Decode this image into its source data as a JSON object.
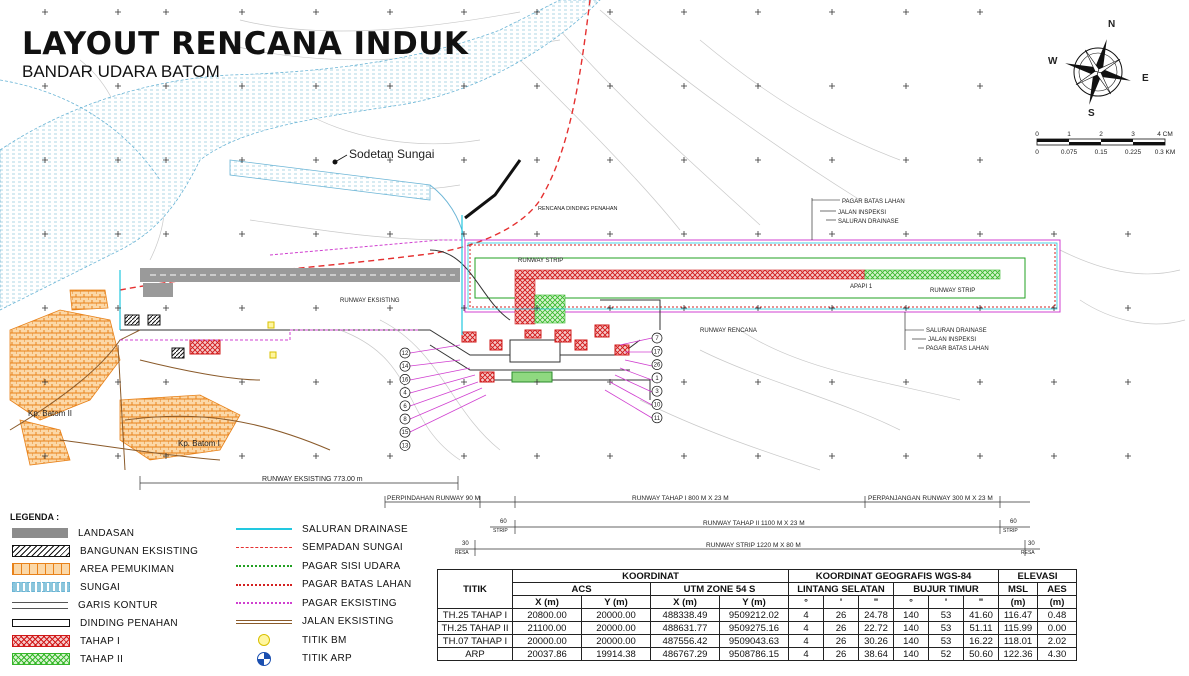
{
  "title": "LAYOUT RENCANA INDUK",
  "subtitle": "BANDAR UDARA BATOM",
  "compass": {
    "n": "N",
    "e": "E",
    "s": "S",
    "w": "W"
  },
  "scale": {
    "top": [
      "0",
      "1",
      "2",
      "3",
      "4 CM"
    ],
    "bottom": [
      "0",
      "0.075",
      "0.15",
      "0.225",
      "0.3 KM"
    ]
  },
  "map_labels": {
    "sodetan": "Sodetan Sungai",
    "runway_eksisting": "RUNWAY EKSISTING",
    "runway_rencana": "RUNWAY RENCANA",
    "runway_strip_1": "RUNWAY STRIP",
    "runway_strip_2": "RUNWAY STRIP",
    "apron": "APAPI 1",
    "pagar_batas_top": "PAGAR BATAS LAHAN",
    "jalan_inspeksi_top": "JALAN INSPEKSI",
    "saluran_drainase_top": "SALURAN DRAINASE",
    "saluran_drainase_bot": "SALURAN DRAINASE",
    "jalan_inspeksi_bot": "JALAN INSPEKSI",
    "pagar_batas_bot": "PAGAR BATAS LAHAN",
    "rencana_dinding": "RENCANA DINDING PENAHAN",
    "kp_batom_2": "Kp. Batom II",
    "kp_batom_1": "Kp. Batom I"
  },
  "callouts_left": [
    "12",
    "14",
    "16",
    "4",
    "6",
    "8",
    "15",
    "13"
  ],
  "callouts_right": [
    "7",
    "17",
    "26",
    "1",
    "3",
    "10",
    "11"
  ],
  "dimensions": {
    "runway_eksisting": "RUNWAY EKSISTING 773.00 m",
    "perpindahan": "PERPINDAHAN RUNWAY 90 M",
    "tahap1": "RUNWAY TAHAP I 800 M X 23 M",
    "perpanjangan": "PERPANJANGAN RUNWAY 300 M X 23 M",
    "tahap2": "RUNWAY TAHAP II 1100 M X 23 M",
    "strip": "RUNWAY STRIP 1220 M X 80 M",
    "strip60_left": "60",
    "strip60_left_sub": "STRIP",
    "strip60_right": "60",
    "strip60_right_sub": "STRIP",
    "resa30_left": "30",
    "resa30_left_sub": "RESA",
    "resa30_right": "30",
    "resa30_right_sub": "RESA"
  },
  "legend": {
    "title": "LEGENDA :",
    "items": [
      {
        "label": "LANDASAN",
        "kind": "fill-gray"
      },
      {
        "label": "BANGUNAN EKSISTING",
        "kind": "hatch-black"
      },
      {
        "label": "AREA PEMUKIMAN",
        "kind": "orange-brick"
      },
      {
        "label": "SUNGAI",
        "kind": "blue-dash"
      },
      {
        "label": "GARIS KONTUR",
        "kind": "gray-double"
      },
      {
        "label": "DINDING PENAHAN",
        "kind": "black-outline"
      },
      {
        "label": "TAHAP I",
        "kind": "red-hatch"
      },
      {
        "label": "TAHAP II",
        "kind": "green-hatch"
      }
    ],
    "lines": [
      {
        "label": "SALURAN DRAINASE",
        "color": "#22c8e0",
        "style": "solid"
      },
      {
        "label": "SEMPADAN SUNGAI",
        "color": "#e53030",
        "style": "dash"
      },
      {
        "label": "PAGAR SISI UDARA",
        "color": "#22a022",
        "style": "dot"
      },
      {
        "label": "PAGAR BATAS LAHAN",
        "color": "#d42020",
        "style": "dot"
      },
      {
        "label": "PAGAR EKSISTING",
        "color": "#d040d0",
        "style": "dot"
      },
      {
        "label": "JALAN EKSISTING",
        "color": "#8a5a2a",
        "style": "double"
      },
      {
        "label": "TITIK BM",
        "kind": "bm"
      },
      {
        "label": "TITIK ARP",
        "kind": "arp"
      }
    ]
  },
  "table": {
    "titik_header": "TITIK",
    "koordinat": "KOORDINAT",
    "acs": "ACS",
    "utm": "UTM ZONE 54 S",
    "geo": "KOORDINAT GEOGRAFIS WGS-84",
    "lintang": "LINTANG SELATAN",
    "bujur": "BUJUR TIMUR",
    "elevasi": "ELEVASI",
    "msl": "MSL",
    "aes": "AES",
    "units": [
      "X (m)",
      "Y (m)",
      "X (m)",
      "Y (m)",
      "°",
      "'",
      "\"",
      "°",
      "'",
      "\"",
      "(m)",
      "(m)"
    ],
    "rows": [
      [
        "TH.25 TAHAP I",
        "20800.00",
        "20000.00",
        "488338.49",
        "9509212.02",
        "4",
        "26",
        "24.78",
        "140",
        "53",
        "41.60",
        "116.47",
        "0.48"
      ],
      [
        "TH.25 TAHAP II",
        "21100.00",
        "20000.00",
        "488631.77",
        "9509275.16",
        "4",
        "26",
        "22.72",
        "140",
        "53",
        "51.11",
        "115.99",
        "0.00"
      ],
      [
        "TH.07 TAHAP I",
        "20000.00",
        "20000.00",
        "487556.42",
        "9509043.63",
        "4",
        "26",
        "30.26",
        "140",
        "53",
        "16.22",
        "118.01",
        "2.02"
      ],
      [
        "ARP",
        "20037.86",
        "19914.38",
        "486767.29",
        "9508786.15",
        "4",
        "26",
        "38.64",
        "140",
        "52",
        "50.60",
        "122.36",
        "4.30"
      ]
    ]
  }
}
